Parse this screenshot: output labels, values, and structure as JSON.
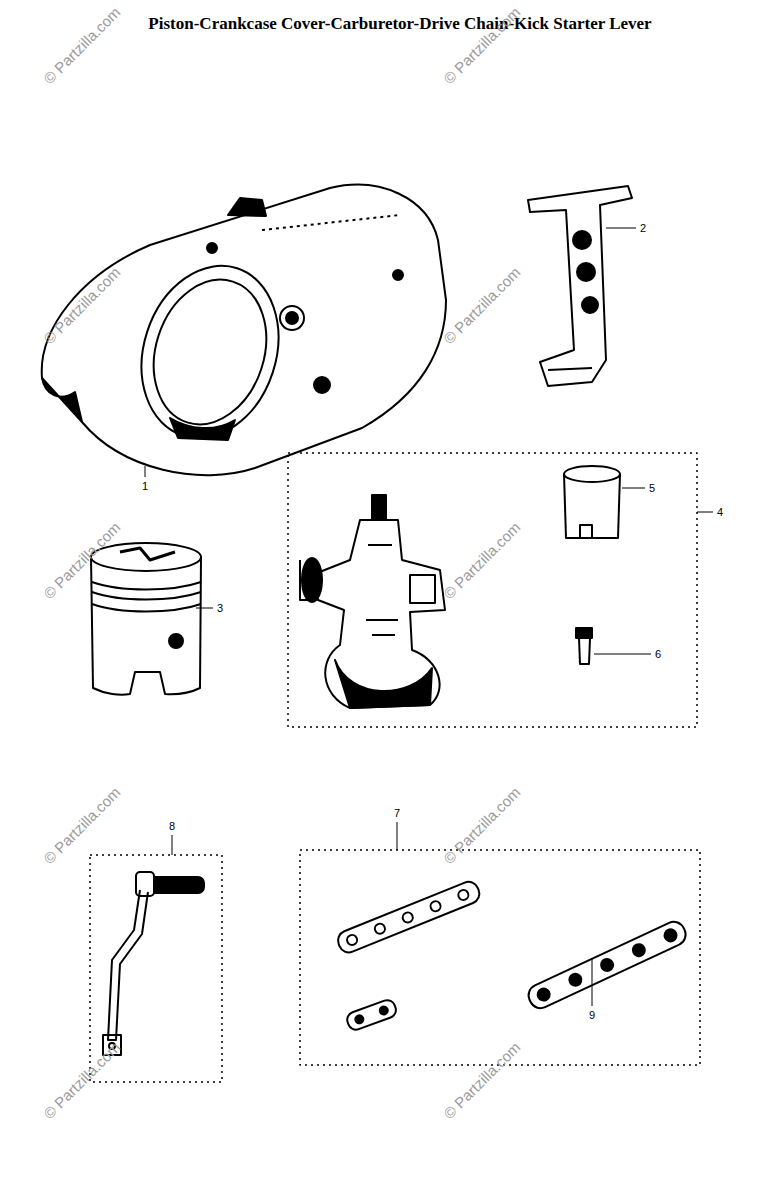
{
  "diagram": {
    "title": "Piston-Crankcase Cover-Carburetor-Drive Chain-Kick Starter Lever",
    "labels": [
      "1",
      "2",
      "3",
      "4",
      "5",
      "6",
      "8",
      "7",
      "9",
      "© Partzilla.com",
      "© Partzilla.com",
      "© Partzilla.com",
      "© Partzilla.com",
      "© Partzilla.com",
      "© Partzilla.com",
      "© Partzilla.com",
      "© Partzilla.com",
      "© Partzilla.com",
      "© Partzilla.com"
    ]
  }
}
